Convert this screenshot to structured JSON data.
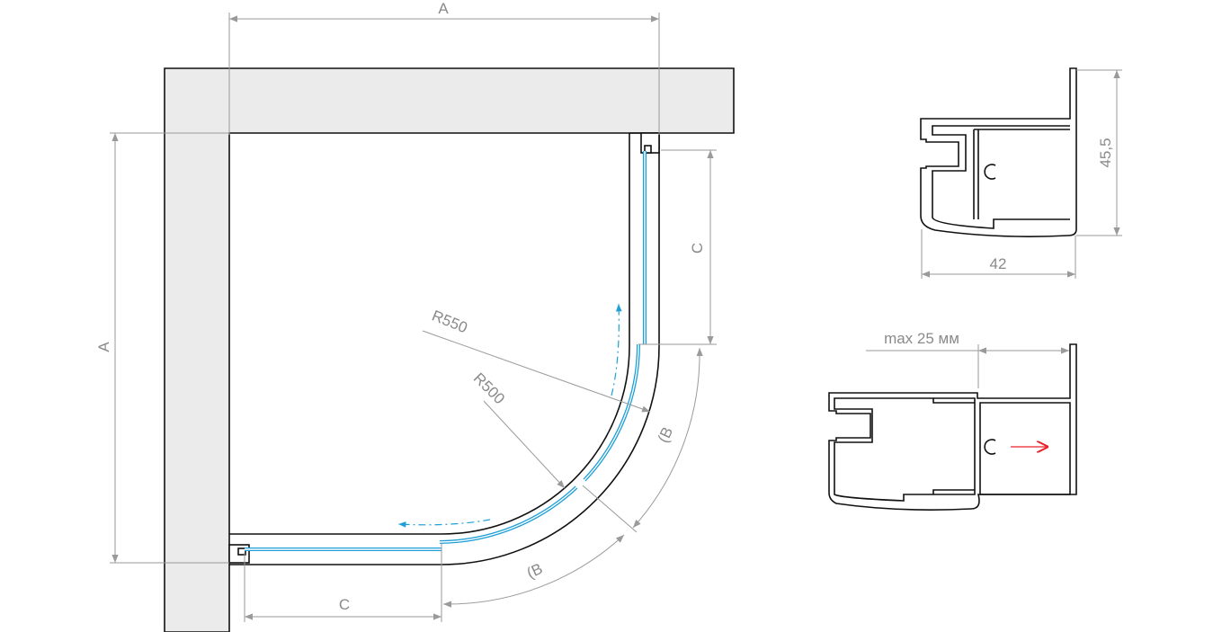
{
  "plan": {
    "dim_width_top": "A",
    "dim_width_left": "A",
    "dim_door_right": "C",
    "dim_door_bottom": "C",
    "radius_outer": "R550",
    "radius_inner": "R500",
    "arc_right": "(B",
    "arc_bottom": "(B"
  },
  "profile_top": {
    "height_label": "45,5",
    "width_label": "42"
  },
  "profile_bottom": {
    "adjust_label": "max 25 мм"
  },
  "colors": {
    "wall": "#ebebeb",
    "glass": "#1e9fd8",
    "arrow_red": "#e8202a",
    "dimension": "#9a9a9a"
  }
}
